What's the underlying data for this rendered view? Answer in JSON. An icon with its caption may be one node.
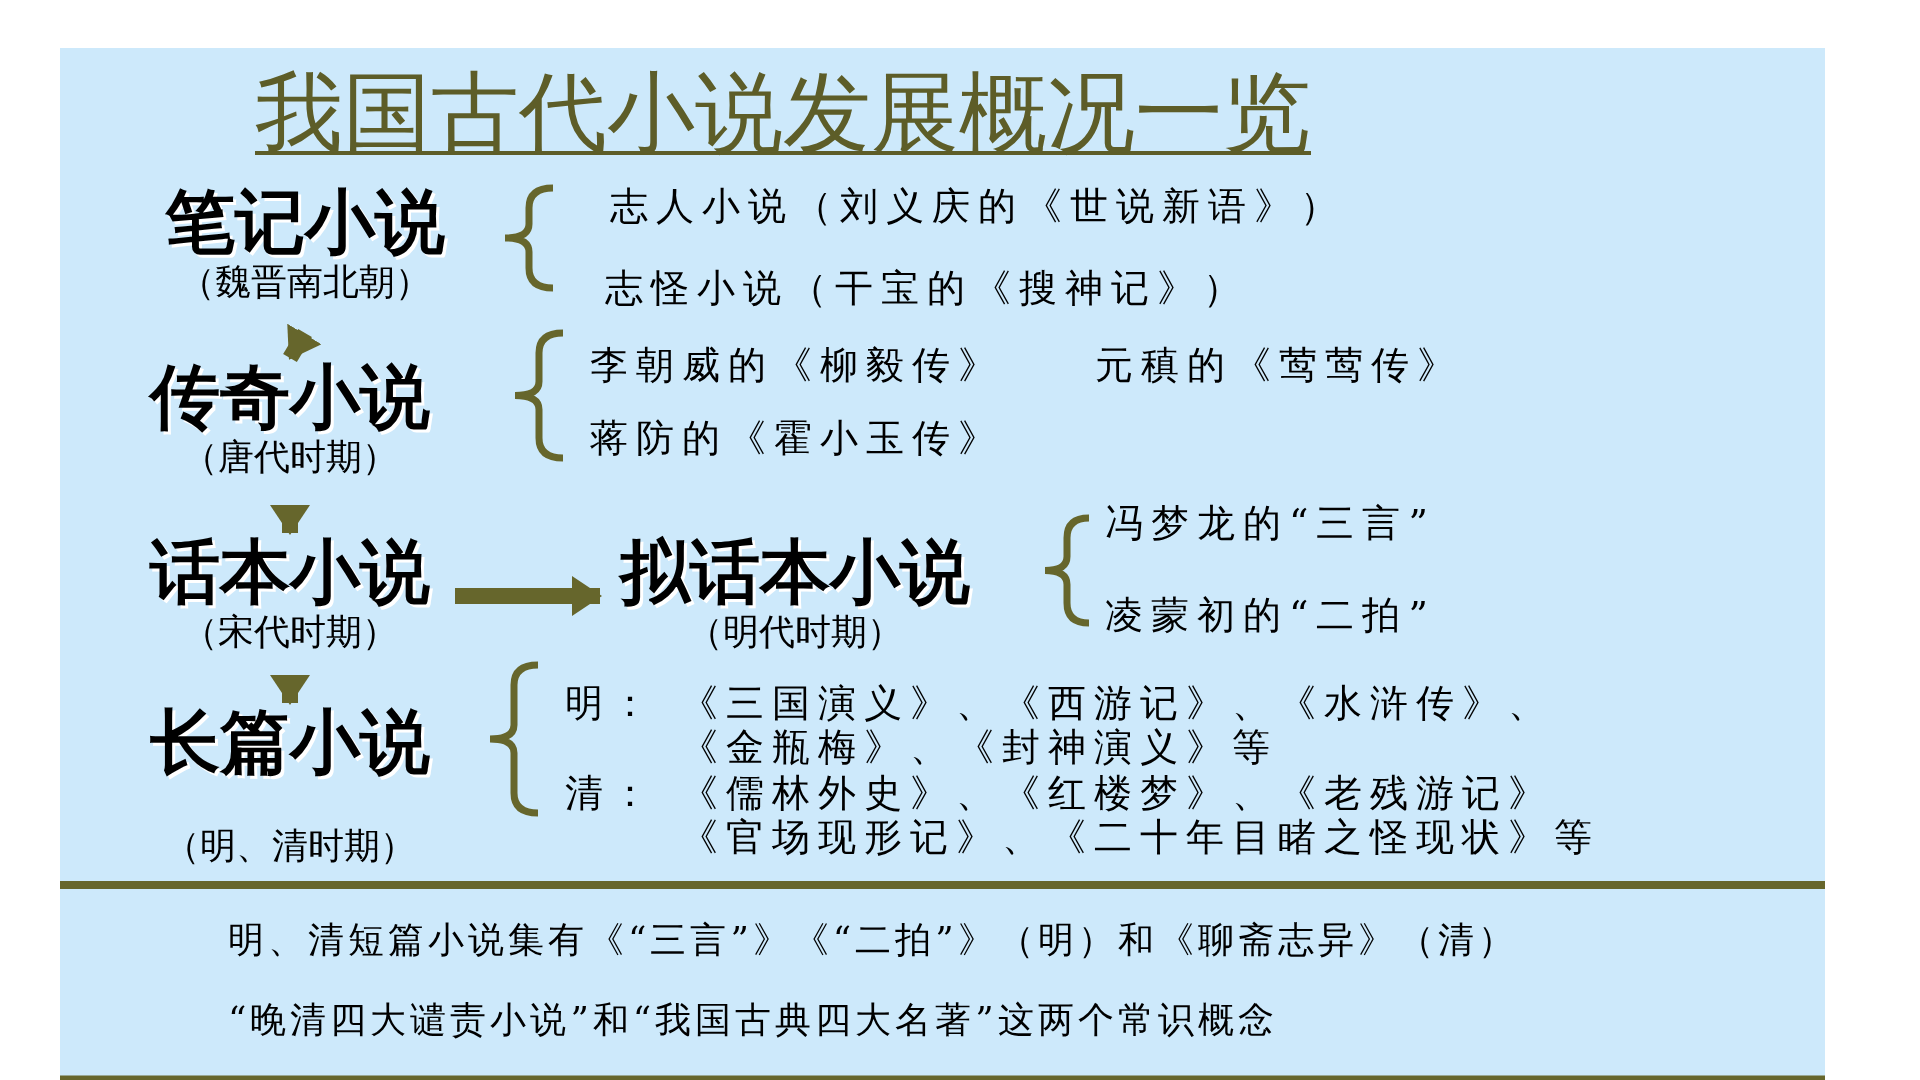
{
  "diagram": {
    "title": "我国古代小说发展概况一览",
    "nodes": [
      {
        "text": [
          "笔记小说",
          "（魏晋南北朝）"
        ]
      },
      {
        "text": [
          "传奇小说",
          "（唐代时期）"
        ]
      },
      {
        "text": [
          "话本小说",
          "（宋代时期）"
        ]
      },
      {
        "text": [
          "拟话本小说",
          "（明代时期）"
        ]
      },
      {
        "text": [
          "长篇小说",
          "（明、清时期）"
        ]
      }
    ],
    "edges": [
      {
        "from": 0,
        "to": 1,
        "arrow": "to"
      },
      {
        "from": 1,
        "to": 2,
        "arrow": "to"
      },
      {
        "from": 2,
        "to": 3,
        "arrow": "to"
      },
      {
        "from": 2,
        "to": 4,
        "arrow": "to"
      }
    ],
    "labels": [
      "志人小说（刘义庆的《世说新语》）",
      "志怪小说（干宝的《搜神记》）",
      "李朝威的《柳毅传》",
      "元稹的《莺莺传》",
      "蒋防的《霍小玉传》",
      "冯梦龙的“三言”",
      "凌蒙初的“二拍”",
      "明：",
      "《三国演义》、《西游记》、《水浒传》、《金瓶梅》、《封神演义》等",
      "清：",
      "《儒林外史》、《红楼梦》、《老残游记》《官场现形记》、《二十年目睹之怪现状》等",
      "明、清短篇小说集有《“三言”》《“二拍”》（明）和《聊斋志异》（清）",
      "“晚清四大谴责小说”和“我国古典四大名著”这两个常识概念"
    ]
  }
}
